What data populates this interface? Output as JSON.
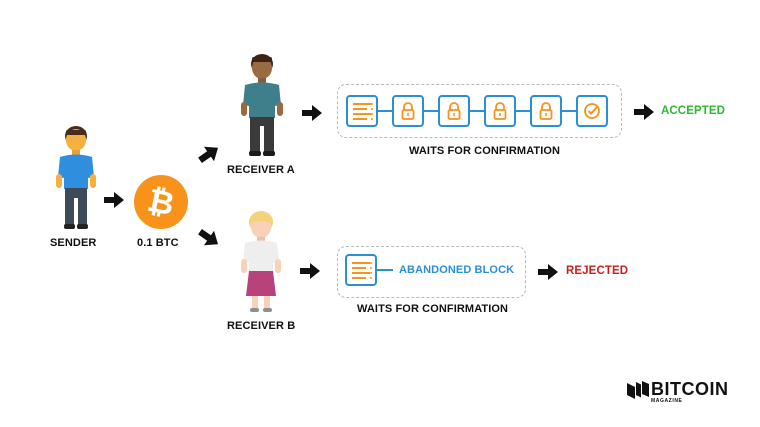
{
  "sender": {
    "label": "SENDER"
  },
  "coin": {
    "amount": "0.1 BTC",
    "symbol": "₿"
  },
  "receiver_a": {
    "label": "RECEIVER A",
    "caption": "WAITS FOR CONFIRMATION",
    "status": "ACCEPTED",
    "status_color": "#2fb82f",
    "blocks": [
      "ledger",
      "lock",
      "lock",
      "lock",
      "lock",
      "check"
    ]
  },
  "receiver_b": {
    "label": "RECEIVER B",
    "caption": "WAITS FOR CONFIRMATION",
    "abandoned": "ABANDONED BLOCK",
    "status": "REJECTED",
    "status_color": "#c81e1e",
    "blocks": [
      "ledger"
    ]
  },
  "colors": {
    "block_border": "#2b8fd6",
    "accent_orange": "#f7931a",
    "abandoned_text": "#2b8fd6"
  },
  "brand": {
    "name": "BITCOIN",
    "sub": "MAGAZINE"
  }
}
